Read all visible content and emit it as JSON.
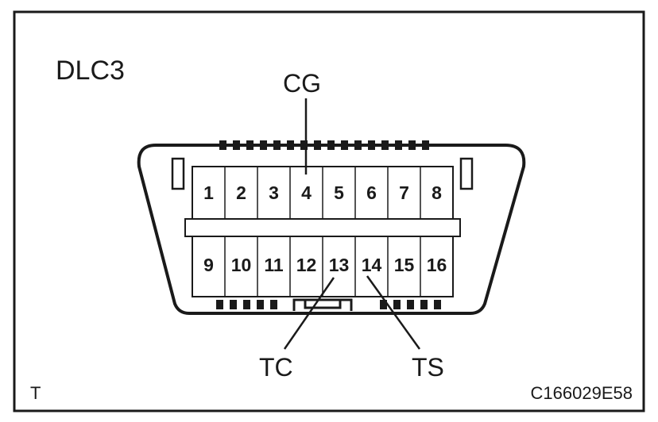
{
  "title": "DLC3",
  "labels": {
    "cg": "CG",
    "tc": "TC",
    "ts": "TS"
  },
  "pins_top": [
    "1",
    "2",
    "3",
    "4",
    "5",
    "6",
    "7",
    "8"
  ],
  "pins_bottom": [
    "9",
    "10",
    "11",
    "12",
    "13",
    "14",
    "15",
    "16"
  ],
  "footer": {
    "left": "T",
    "right": "C166029E58"
  }
}
